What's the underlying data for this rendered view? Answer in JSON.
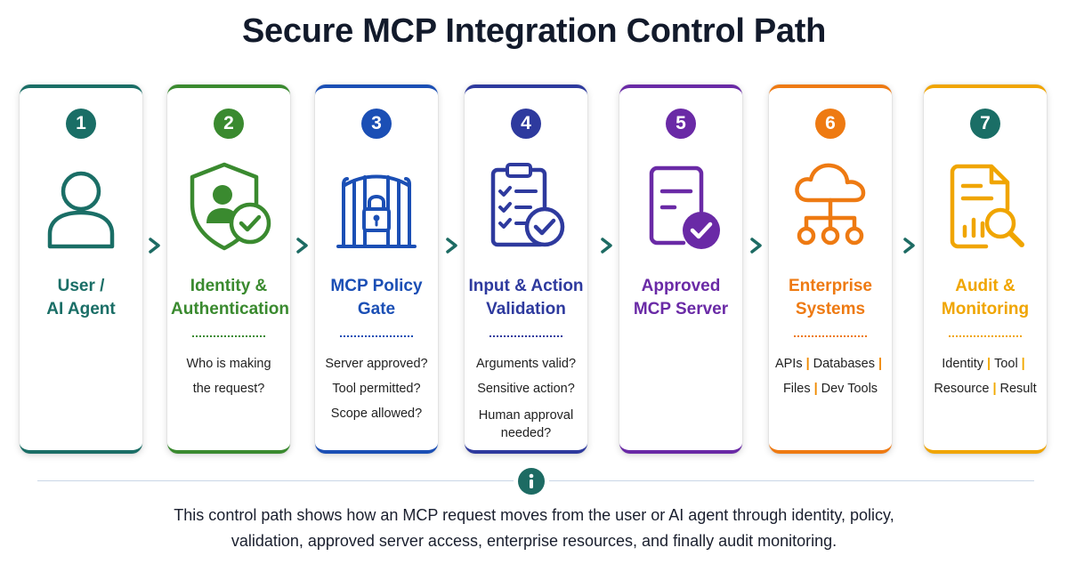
{
  "title": "Secure MCP Integration Control Path",
  "steps": [
    {
      "number": "1",
      "title_lines": [
        "User /",
        "AI Agent"
      ],
      "color": "#1a6e66",
      "icon": "user-icon",
      "details": []
    },
    {
      "number": "2",
      "title_lines": [
        "Identity &",
        "Authentication"
      ],
      "color": "#3a8a2f",
      "icon": "shield-user-check-icon",
      "details": [
        "Who is making",
        "the request?"
      ]
    },
    {
      "number": "3",
      "title_lines": [
        "MCP Policy",
        "Gate"
      ],
      "color": "#1b4fb5",
      "icon": "locked-gate-icon",
      "details": [
        "Server approved?",
        "Tool permitted?",
        "Scope allowed?"
      ]
    },
    {
      "number": "4",
      "title_lines": [
        "Input & Action",
        "Validation"
      ],
      "color": "#2e3a9e",
      "icon": "checklist-clipboard-icon",
      "details": [
        "Arguments valid?",
        "Sensitive action?",
        "Human approval",
        "needed?"
      ]
    },
    {
      "number": "5",
      "title_lines": [
        "Approved",
        "MCP Server"
      ],
      "color": "#6a2aa6",
      "icon": "server-check-icon",
      "details": []
    },
    {
      "number": "6",
      "title_lines": [
        "Enterprise",
        "Systems"
      ],
      "color": "#ee7a12",
      "icon": "cloud-network-icon",
      "tag_rows": [
        [
          "APIs",
          "Databases"
        ],
        [
          "Files",
          "Dev Tools"
        ]
      ]
    },
    {
      "number": "7",
      "title_lines": [
        "Audit &",
        "Monitoring"
      ],
      "color": "#f0a500",
      "icon": "report-magnifier-icon",
      "tag_rows": [
        [
          "Identity",
          "Tool"
        ],
        [
          "Resource",
          "Result"
        ]
      ]
    }
  ],
  "arrow_color": "#1d6b63",
  "info_icon": "info-icon",
  "footer_lines": [
    "This control path shows how an MCP request moves from the user or AI agent through identity, policy,",
    "validation, approved server access, enterprise resources, and finally audit monitoring."
  ]
}
